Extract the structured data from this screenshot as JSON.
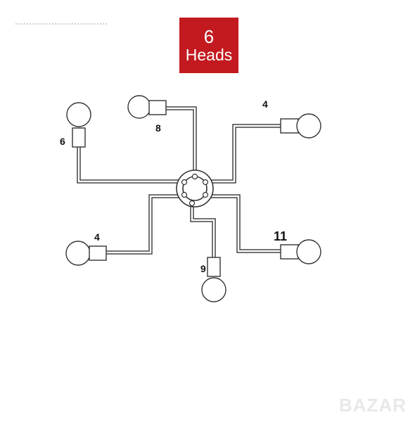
{
  "title": {
    "line1": "6",
    "line2": "Heads",
    "background": "#c21a1f",
    "text_color": "#ffffff"
  },
  "lamp_labels": {
    "top_left": "6",
    "top_center": "8",
    "top_right": "4",
    "bottom_left": "4",
    "bottom_center": "9",
    "bottom_right": "11"
  },
  "watermark": "BAZAR"
}
